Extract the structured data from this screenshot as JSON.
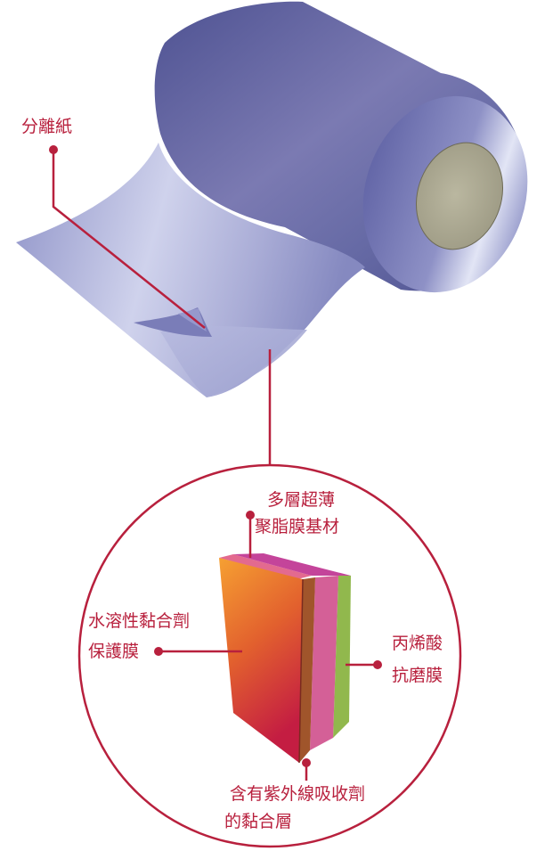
{
  "labels": {
    "release_paper": "分離紙",
    "multilayer_base_line1": "多層超薄",
    "multilayer_base_line2": "聚脂膜基材",
    "water_soluble_line1": "水溶性黏合劑",
    "water_soluble_line2": "保護膜",
    "acrylic_line1": "丙烯酸",
    "acrylic_line2": "抗磨膜",
    "uv_adhesive_line1": "含有紫外線吸收劑",
    "uv_adhesive_line2": "的黏合層"
  },
  "colors": {
    "callout": "#b8203d",
    "roll_dark": "#585c95",
    "roll_mid": "#7b7cb2",
    "roll_light": "#e2e5f5",
    "film": "#aeb2d8",
    "core": "#b7b39a",
    "layer_orange": "#f19134",
    "layer_red": "#cb2143",
    "layer_pink": "#d46097",
    "layer_magenta": "#c44887",
    "layer_green": "#91b84d"
  }
}
